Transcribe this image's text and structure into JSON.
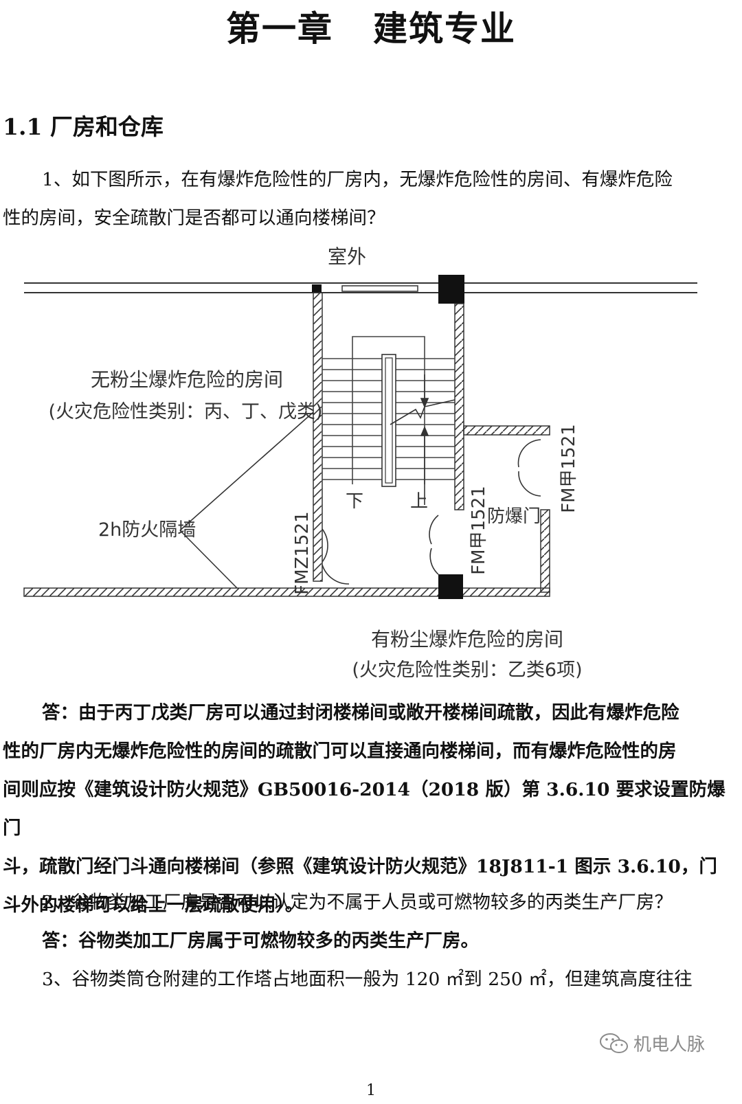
{
  "header": {
    "chapter_number": "第一章",
    "chapter_title": "建筑专业"
  },
  "section": {
    "title": "1.1 厂房和仓库"
  },
  "q1": {
    "line1": "1、如下图所示，在有爆炸危险性的厂房内，无爆炸危险性的房间、有爆炸危险",
    "line2": "性的房间，安全疏散门是否都可以通向楼梯间？"
  },
  "diagram": {
    "outdoor": "室外",
    "no_dust_room_line1": "无粉尘爆炸危险的房间",
    "no_dust_room_line2": "(火灾危险性类别：丙、丁、戊类)",
    "firewall": "2h防火隔墙",
    "down": "下",
    "up": "上",
    "door_b": "FMZ1521",
    "door_a1": "FM甲1521",
    "door_a2": "FM甲1521",
    "blast_door": "防爆门",
    "dust_room_line1": "有粉尘爆炸危险的房间",
    "dust_room_line2": "(火灾危险性类别：乙类6项)"
  },
  "a1": {
    "line1": "答：由于丙丁戊类厂房可以通过封闭楼梯间或敞开楼梯间疏散，因此有爆炸危险",
    "line2": "性的厂房内无爆炸危险性的房间的疏散门可以直接通向楼梯间，而有爆炸危险性的房",
    "line3": "间则应按《建筑设计防火规范》GB50016-2014（2018 版）第 3.6.10 要求设置防爆门",
    "line4": "斗，疏散门经门斗通向楼梯间（参照《建筑设计防火规范》18J811-1 图示 3.6.10，门",
    "line5": "斗外的楼梯可以给上一层疏散使用）。"
  },
  "q2": {
    "text": "2、谷物类加工厂房是否可以认定为不属于人员或可燃物较多的丙类生产厂房？"
  },
  "a2": {
    "text": "答：谷物类加工厂房属于可燃物较多的丙类生产厂房。"
  },
  "q3": {
    "text": "3、谷物类筒仓附建的工作塔占地面积一般为 120 ㎡到 250 ㎡，但建筑高度往往"
  },
  "watermark": {
    "text": "机电人脉",
    "icon": "wechat-icon"
  },
  "footer": {
    "page_number": "1"
  }
}
